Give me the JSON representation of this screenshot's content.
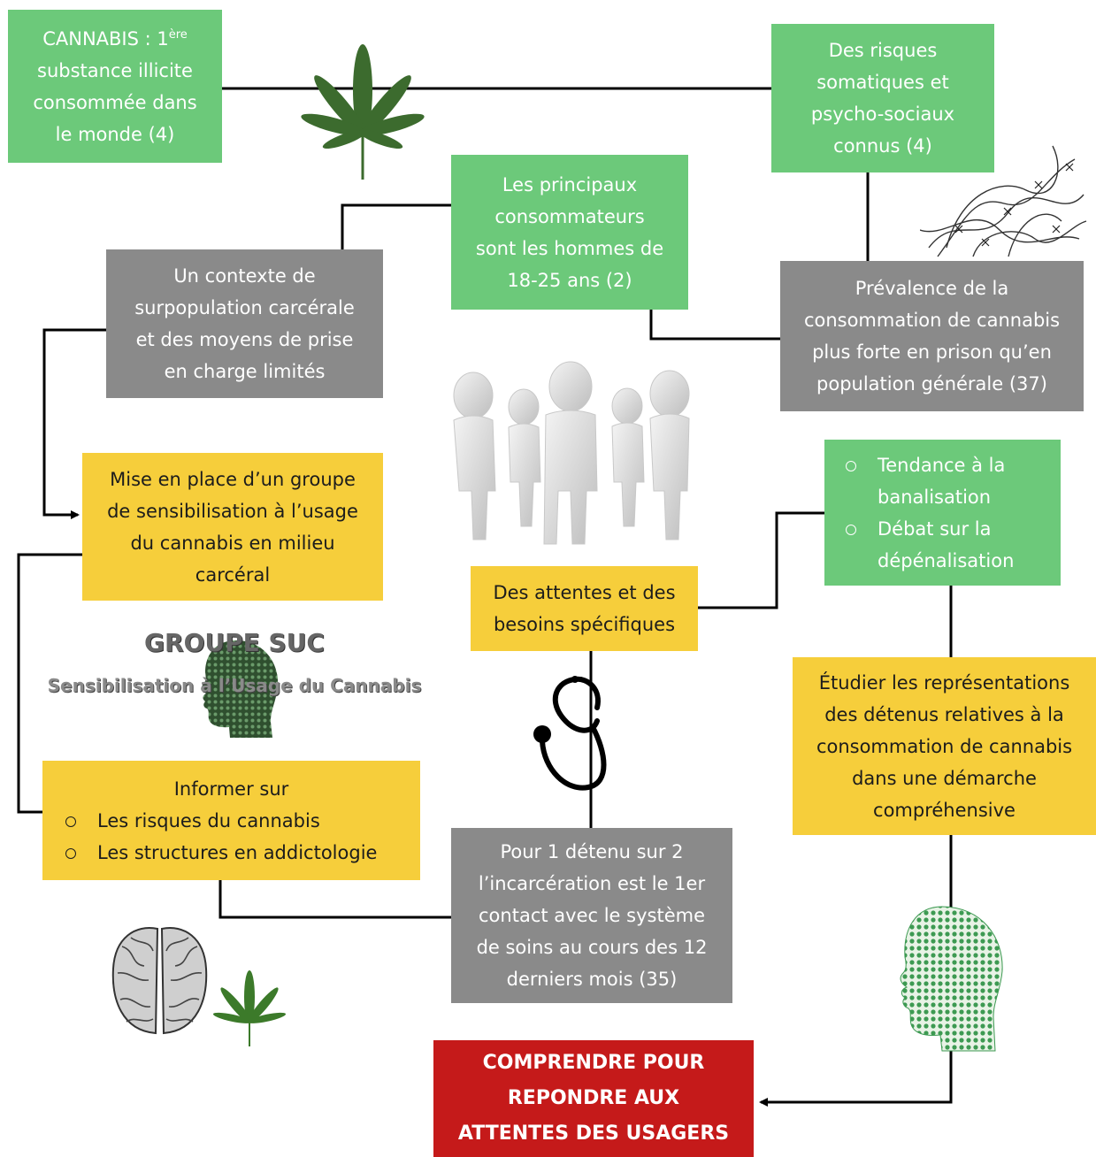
{
  "boxes": {
    "cannabis_title_main": "CANNABIS : 1",
    "cannabis_title_sup": "ère",
    "cannabis_lines": [
      "substance illicite",
      "consommée dans",
      "le monde (4)"
    ],
    "risques": [
      "Des risques",
      "somatiques et",
      "psycho-sociaux",
      "connus (4)"
    ],
    "consommateurs": [
      "Les principaux",
      "consommateurs",
      "sont les hommes de",
      "18-25 ans (2)"
    ],
    "contexte": [
      "Un contexte de",
      "surpopulation carcérale",
      "et des moyens de prise",
      "en charge limités"
    ],
    "prevalence": [
      "Prévalence de la",
      "consommation de cannabis",
      "plus forte en prison qu’en",
      "population générale (37)"
    ],
    "groupe": [
      "Mise en place d’un groupe",
      "de sensibilisation à l’usage",
      "du cannabis en milieu",
      "carcéral"
    ],
    "tendance": [
      "Tendance à la banalisation",
      "Débat sur la dépénalisation"
    ],
    "attentes": [
      "Des attentes et des",
      "besoins spécifiques"
    ],
    "etudier": [
      "Étudier les représentations",
      "des détenus relatives à la",
      "consommation de cannabis",
      "dans une démarche",
      "compréhensive"
    ],
    "informer_title": "Informer sur",
    "informer_items": [
      "Les risques du cannabis",
      "Les structures en addictologie"
    ],
    "detenu": [
      "Pour 1 détenu sur 2",
      "l’incarcération est le 1er",
      "contact avec le système",
      "de soins au cours des 12",
      "derniers mois (35)"
    ],
    "comprendre": [
      "COMPRENDRE POUR",
      "REPONDRE AUX",
      "ATTENTES DES USAGERS"
    ]
  },
  "logo": {
    "title": "GROUPE SUC",
    "subtitle": "Sensibilisation à l’Usage du Cannabis"
  },
  "colors": {
    "green": "#6cc97a",
    "grey": "#8a8a8a",
    "yellow": "#f6ce3b",
    "red": "#c51a1a"
  }
}
